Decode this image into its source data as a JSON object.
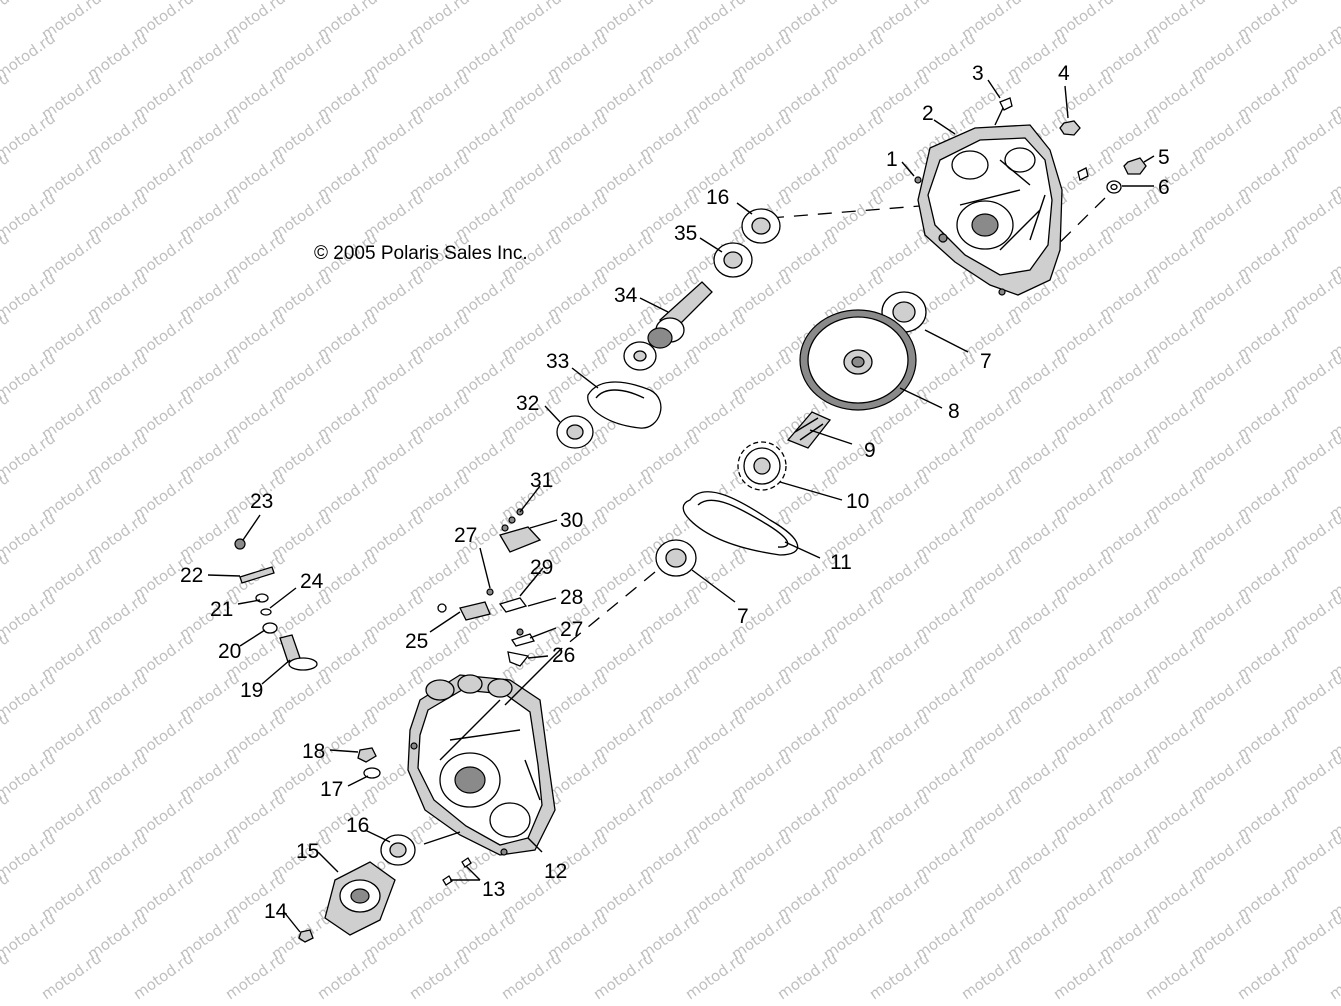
{
  "copyright": "© 2005 Polaris Sales Inc.",
  "watermark": "motod.ru",
  "callouts": [
    "1",
    "2",
    "3",
    "4",
    "5",
    "6",
    "7",
    "7",
    "8",
    "9",
    "10",
    "11",
    "12",
    "13",
    "14",
    "15",
    "16",
    "16",
    "17",
    "18",
    "19",
    "20",
    "21",
    "22",
    "23",
    "24",
    "25",
    "26",
    "27",
    "27",
    "28",
    "29",
    "30",
    "31",
    "32",
    "33",
    "34",
    "35"
  ]
}
